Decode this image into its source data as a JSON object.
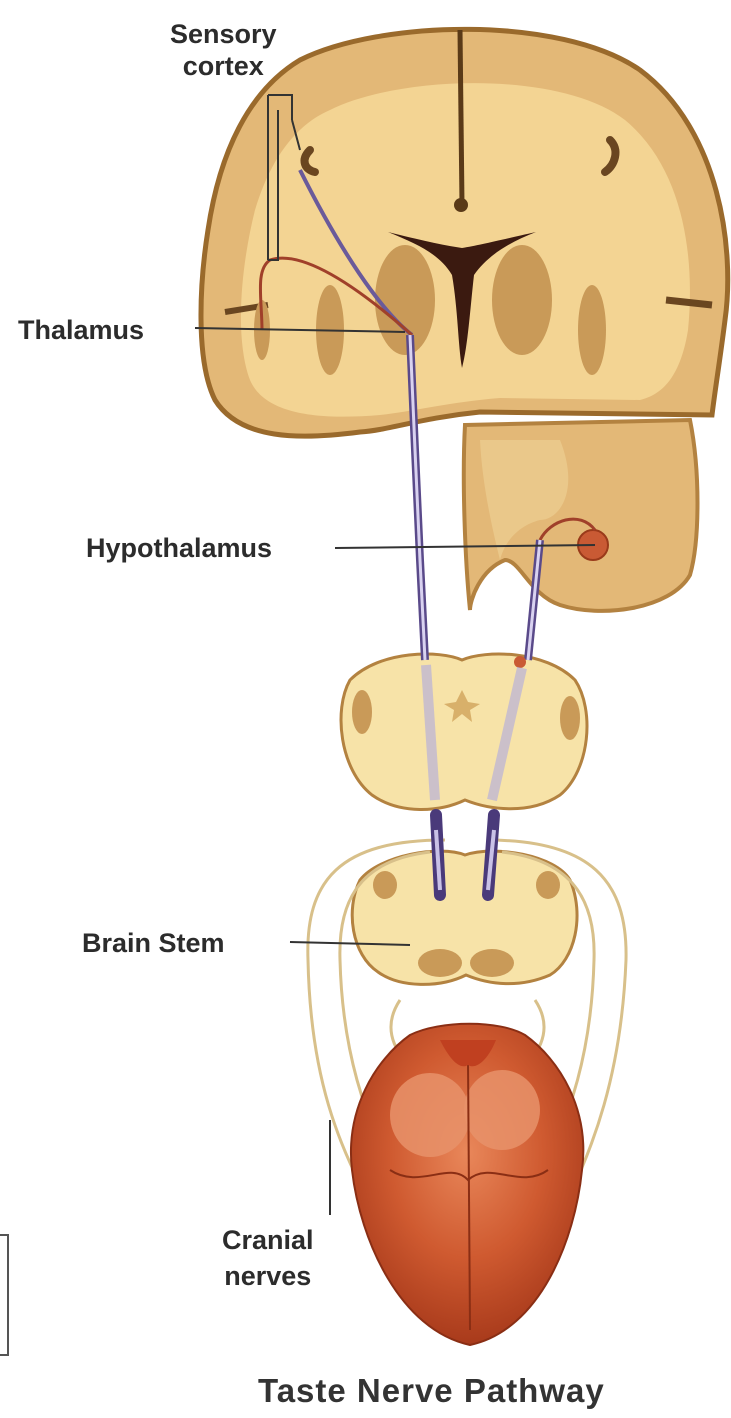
{
  "labels": {
    "sensory_cortex_line1": "Sensory",
    "sensory_cortex_line2": "cortex",
    "thalamus": "Thalamus",
    "hypothalamus": "Hypothalamus",
    "brain_stem": "Brain Stem",
    "cranial_nerves_line1": "Cranial",
    "cranial_nerves_line2": "nerves"
  },
  "title": "Taste Nerve Pathway",
  "colors": {
    "brain_tissue": "#e3b877",
    "brain_outline": "#9a6a2c",
    "white_matter": "#f6dfa3",
    "ventricle": "#3b1a10",
    "nerve_pathway": "#6a5a9a",
    "tongue": "#c9502a",
    "label_text": "#2c2c2c"
  }
}
